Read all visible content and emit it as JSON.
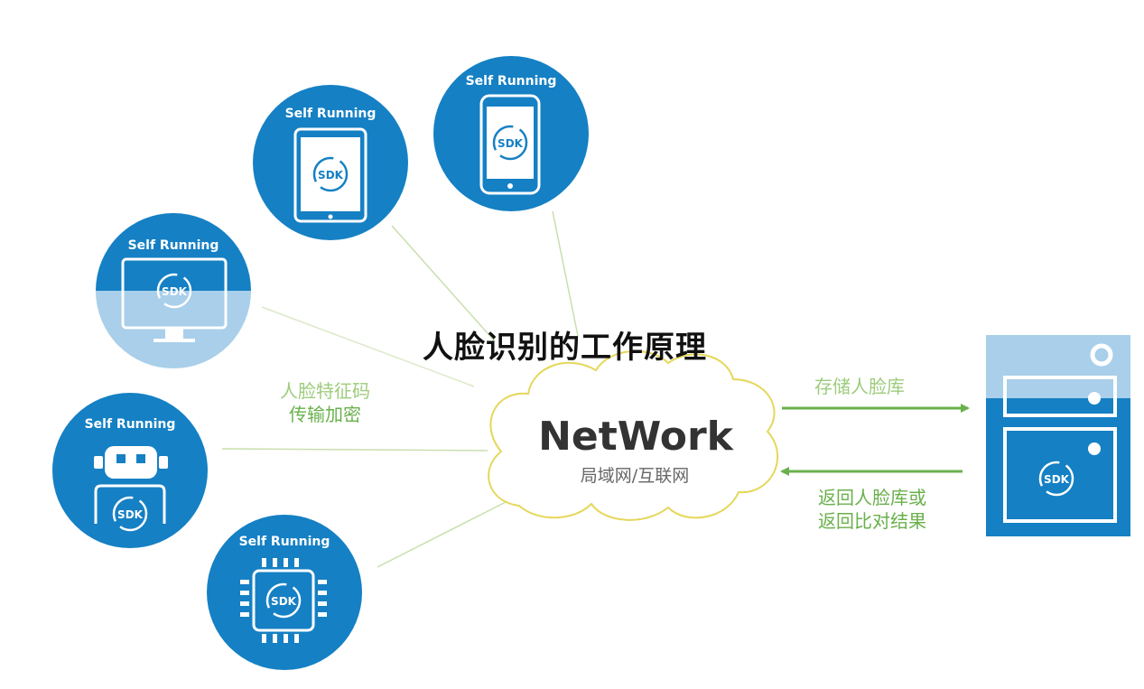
{
  "title": "人脸识别的工作原理",
  "network": {
    "label": "NetWork",
    "sublabel": "局域网/互联网"
  },
  "devices": [
    {
      "name": "tablet",
      "label": "Self Running",
      "sdk": "SDK",
      "icon": "tablet-icon"
    },
    {
      "name": "phone",
      "label": "Self Running",
      "sdk": "SDK",
      "icon": "phone-icon"
    },
    {
      "name": "monitor",
      "label": "Self Running",
      "sdk": "SDK",
      "icon": "monitor-icon"
    },
    {
      "name": "robot",
      "label": "Self Running",
      "sdk": "SDK",
      "icon": "robot-icon"
    },
    {
      "name": "chip",
      "label": "Self Running",
      "sdk": "SDK",
      "icon": "chip-icon"
    }
  ],
  "left_label": {
    "line1": "人脸特征码",
    "line2": "传输加密"
  },
  "store_label": "存储人脸库",
  "return_label": {
    "line1": "返回人脸库或",
    "line2": "返回比对结果"
  },
  "server": {
    "sdk": "SDK",
    "icon": "server-icon"
  },
  "colors": {
    "circle_blue": "#1580c4",
    "light_blue": "#a9cfea",
    "arrow_green": "#6ab04c",
    "line_green": "#c9dfae",
    "cloud_border": "#e5d75a"
  }
}
